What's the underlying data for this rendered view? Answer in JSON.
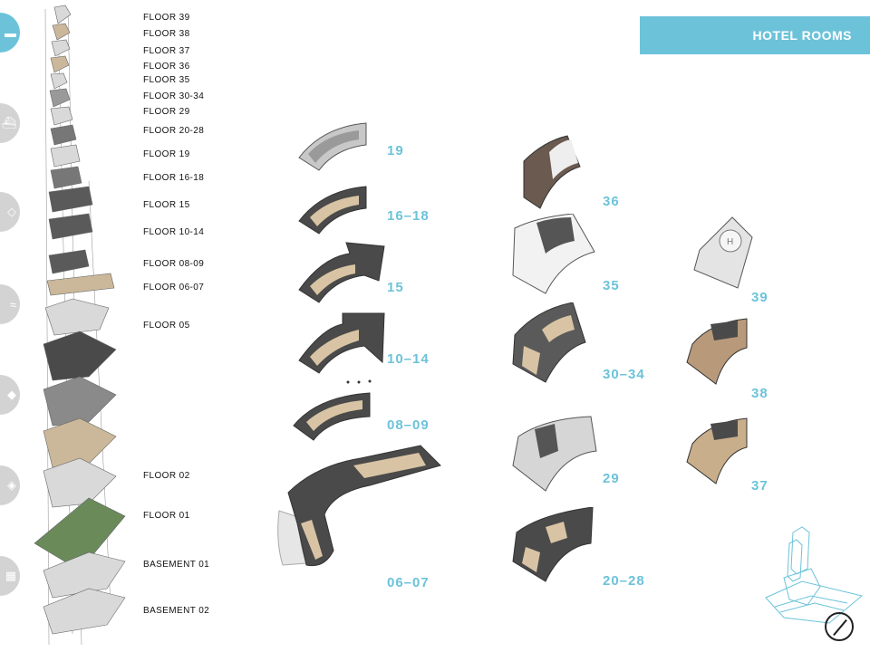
{
  "title": "HOTEL ROOMS",
  "side_icons": [
    {
      "icon": "hotel-icon",
      "active": true
    },
    {
      "icon": "ship-icon",
      "active": false
    },
    {
      "icon": "map-icon",
      "active": false
    },
    {
      "icon": "waves-icon",
      "active": false
    },
    {
      "icon": "water-drop-icon",
      "active": false
    },
    {
      "icon": "water-icon",
      "active": false
    },
    {
      "icon": "building-icon",
      "active": false
    }
  ],
  "floor_list": [
    "FLOOR 39",
    "FLOOR 38",
    "FLOOR 37",
    "FLOOR 36",
    "FLOOR 35",
    "FLOOR 30-34",
    "FLOOR 29",
    "FLOOR 20-28",
    "FLOOR 19",
    "FLOOR 16-18",
    "FLOOR 15",
    "FLOOR 10-14",
    "FLOOR 08-09",
    "FLOOR 06-07",
    "FLOOR 05",
    "FLOOR 02",
    "FLOOR 01",
    "BASEMENT 01",
    "BASEMENT 02"
  ],
  "plan_labels": [
    "19",
    "16–18",
    "15",
    "10–14",
    "08–09",
    "06–07",
    "36",
    "35",
    "30–34",
    "29",
    "20–28",
    "39",
    "38",
    "37"
  ],
  "colors": {
    "accent": "#6cc3d9",
    "plan_dark": "#4a4a4a",
    "plan_light": "#e0e0e0",
    "plan_room": "#d8c4a4"
  }
}
